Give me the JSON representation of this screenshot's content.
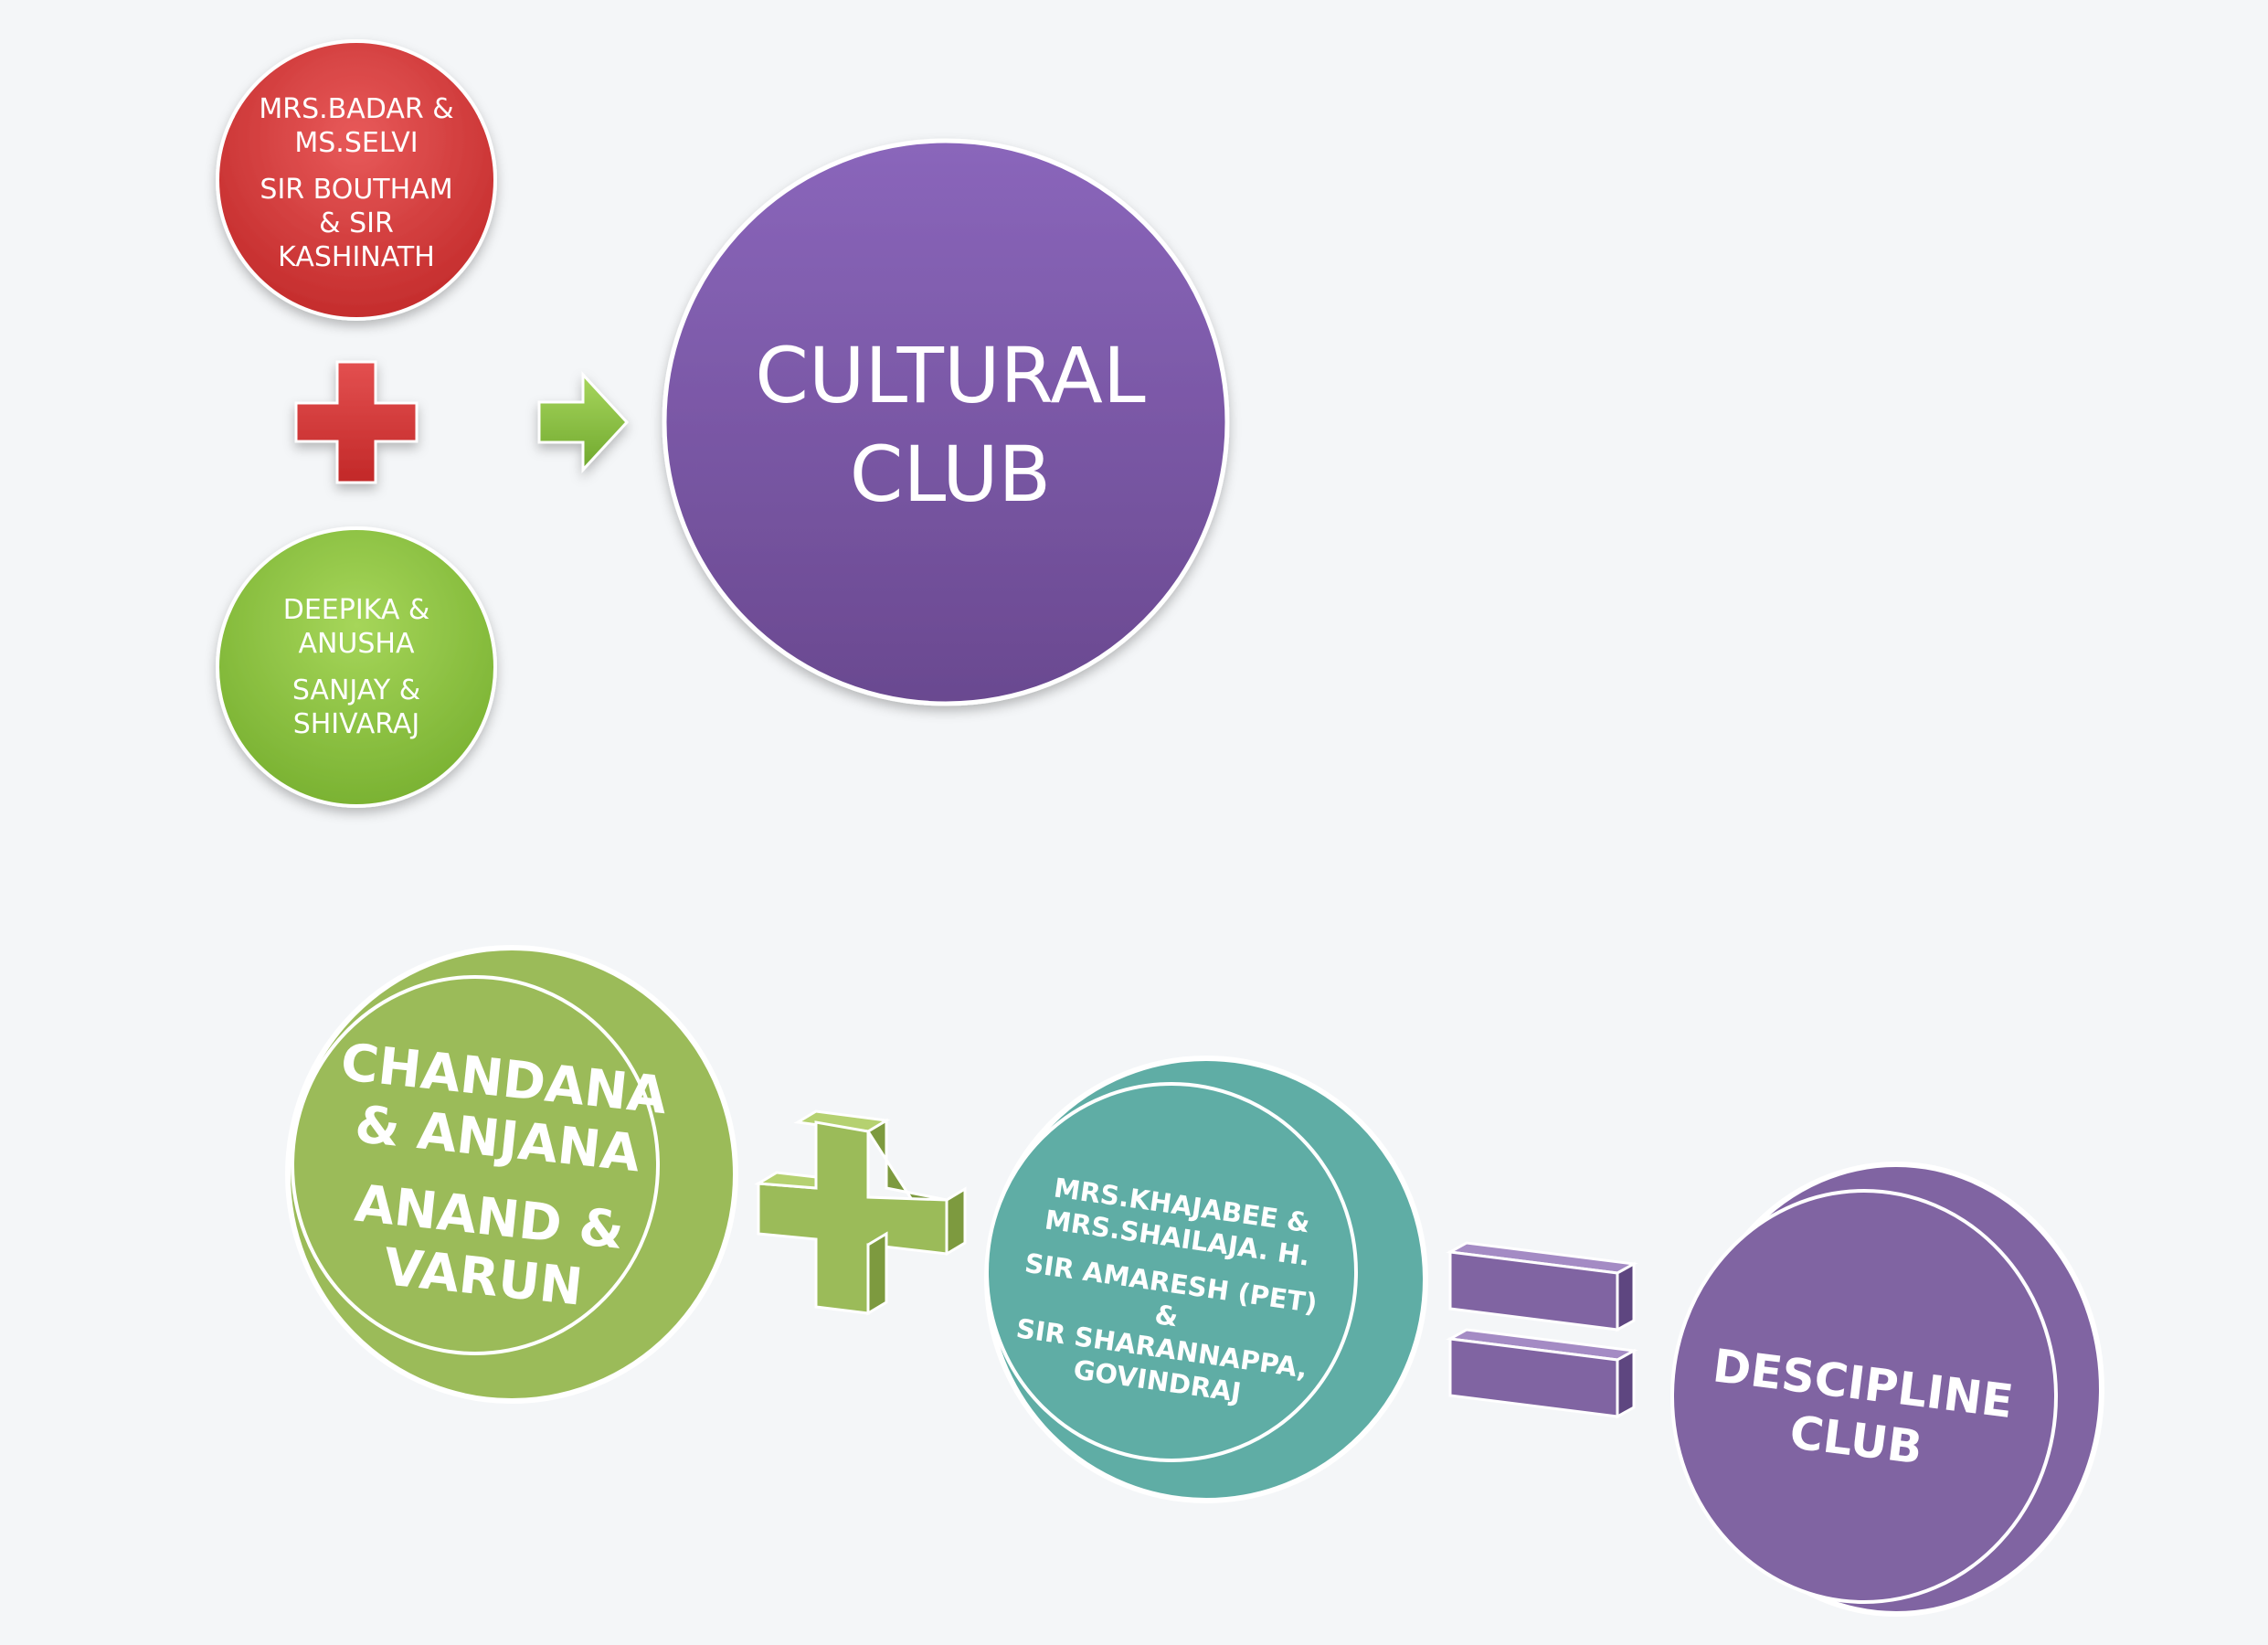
{
  "cultural_group": {
    "teachers": {
      "line1": "MRS.BADAR &",
      "line2": "MS.SELVI",
      "line3": "SIR BOUTHAM",
      "line4": "& SIR",
      "line5": "KASHINATH"
    },
    "students": {
      "line1": "DEEPIKA &",
      "line2": "ANUSHA",
      "line3": "SANJAY &",
      "line4": "SHIVARAJ"
    },
    "result": {
      "line1": "CULTURAL",
      "line2": "CLUB"
    }
  },
  "discipline_group": {
    "students": {
      "line1": "CHANDANA",
      "line2": "& ANJANA",
      "line3": "ANAND &",
      "line4": "VARUN"
    },
    "teachers": {
      "line1": "MRS.KHAJABEE &",
      "line2": "MRS.SHAILAJA. H.",
      "line3": "SIR AMARESH (PET) &",
      "line4": "SIR SHARANNAPPA,",
      "line5": "GOVINDRAJ"
    },
    "result": {
      "line1": "DESCIPLINE",
      "line2": "CLUB"
    }
  },
  "colors": {
    "red": "#d83a3a",
    "green": "#8cc63f",
    "purple": "#7b59a8",
    "olive_green": "#9bbb59",
    "teal": "#5fada5",
    "violet": "#8064a2"
  }
}
